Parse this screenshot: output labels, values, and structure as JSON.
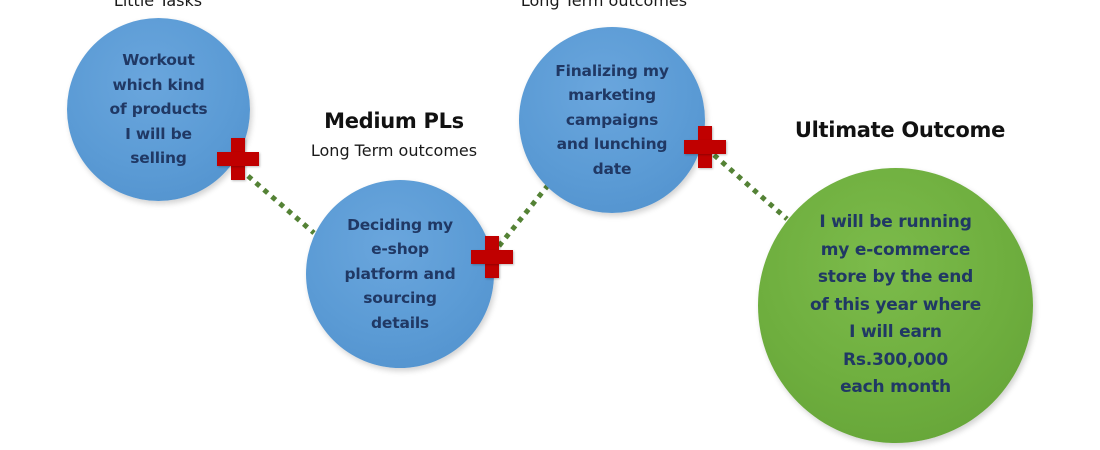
{
  "diagram": {
    "type": "goal-pathway",
    "labels": {
      "little_tasks": "Little Tasks",
      "long_term_top": "Long Term outcomes",
      "medium_heading": "Medium PLs",
      "medium_sub": "Long Term outcomes",
      "ultimate_heading": "Ultimate Outcome"
    },
    "nodes": [
      {
        "id": "step1",
        "text": "Workout\nwhich kind\nof  products\nI will be\nselling",
        "color": "#5b9bd5"
      },
      {
        "id": "step2",
        "text": "Deciding my\ne-shop\nplatform and\nsourcing\ndetails",
        "color": "#5b9bd5"
      },
      {
        "id": "step3",
        "text": "Finalizing my\nmarketing\ncampaigns\nand lunching\ndate",
        "color": "#5b9bd5"
      },
      {
        "id": "goal",
        "text": "I will be running\nmy e-commerce\nstore by the end\nof this year where\nI will earn\nRs.300,000\neach month",
        "color": "#6eae3e"
      }
    ],
    "edges": [
      {
        "from": "step1",
        "to": "step2",
        "style": "dotted",
        "color": "#548235"
      },
      {
        "from": "step2",
        "to": "step3",
        "style": "dotted",
        "color": "#548235"
      },
      {
        "from": "step3",
        "to": "goal",
        "style": "dotted",
        "color": "#548235"
      }
    ],
    "marker": {
      "shape": "plus",
      "color": "#c00000"
    },
    "text_color": "#203864"
  }
}
